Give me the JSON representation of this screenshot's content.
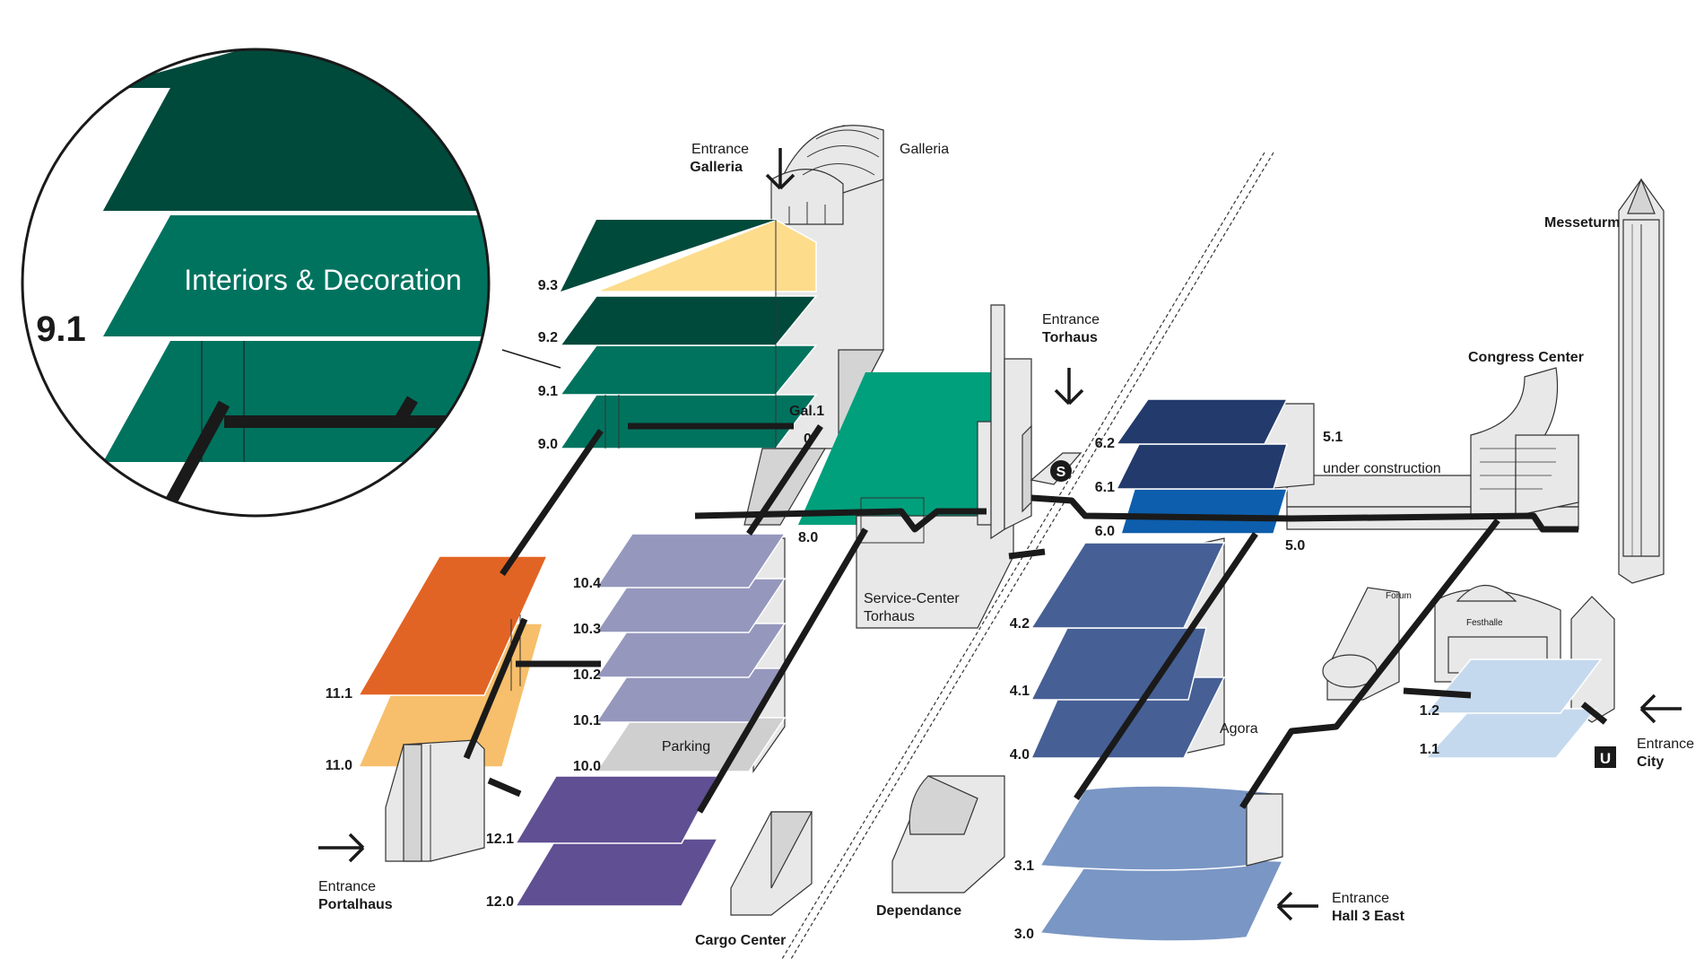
{
  "colors": {
    "hall9_dark": "#004a3c",
    "hall9_mid": "#00735f",
    "hall9_yellow": "#fddc8c",
    "hall8": "#00a07c",
    "hall10": "#9597bd",
    "hall10_parking": "#cfcfcf",
    "hall11_1": "#e26425",
    "hall11_0": "#f7bf6b",
    "hall12": "#604f93",
    "hall6_2": "#233a6c",
    "hall6_1": "#233a6c",
    "hall6_0": "#0d5eac",
    "hall4": "#465f95",
    "hall3": "#7a96c4",
    "hall1": "#c5d9ee"
  },
  "zoom": {
    "level": "9.1",
    "title": "Interiors & Decoration"
  },
  "entrances": {
    "galleria": {
      "line1": "Entrance",
      "line2": "Galleria"
    },
    "torhaus": {
      "line1": "Entrance",
      "line2": "Torhaus"
    },
    "portalhaus": {
      "line1": "Entrance",
      "line2": "Portalhaus"
    },
    "hall3east": {
      "line1": "Entrance",
      "line2": "Hall 3 East"
    },
    "city": {
      "line1": "Entrance",
      "line2": "City"
    }
  },
  "buildings": {
    "galleria": "Galleria",
    "messeturm": "Messeturm",
    "congress": "Congress Center",
    "service_line1": "Service-Center",
    "service_line2": "Torhaus",
    "parking": "Parking",
    "under_construction": "under construction",
    "agora": "Agora",
    "forum": "Forum",
    "festhalle": "Festhalle",
    "dependance": "Dependance",
    "cargo": "Cargo Center"
  },
  "levels": {
    "h9_3": "9.3",
    "h9_2": "9.2",
    "h9_1": "9.1",
    "h9_0": "9.0",
    "gal1": "Gal.1",
    "gal0": "0",
    "h8_0": "8.0",
    "h10_4": "10.4",
    "h10_3": "10.3",
    "h10_2": "10.2",
    "h10_1": "10.1",
    "h10_0": "10.0",
    "h11_1": "11.1",
    "h11_0": "11.0",
    "h12_1": "12.1",
    "h12_0": "12.0",
    "h6_2": "6.2",
    "h6_1": "6.1",
    "h6_0": "6.0",
    "h5_1": "5.1",
    "h5_0": "5.0",
    "h4_2": "4.2",
    "h4_1": "4.1",
    "h4_0": "4.0",
    "h3_1": "3.1",
    "h3_0": "3.0",
    "h1_2": "1.2",
    "h1_1": "1.1"
  },
  "transit": {
    "s_bahn": "S",
    "u_bahn": "U"
  }
}
